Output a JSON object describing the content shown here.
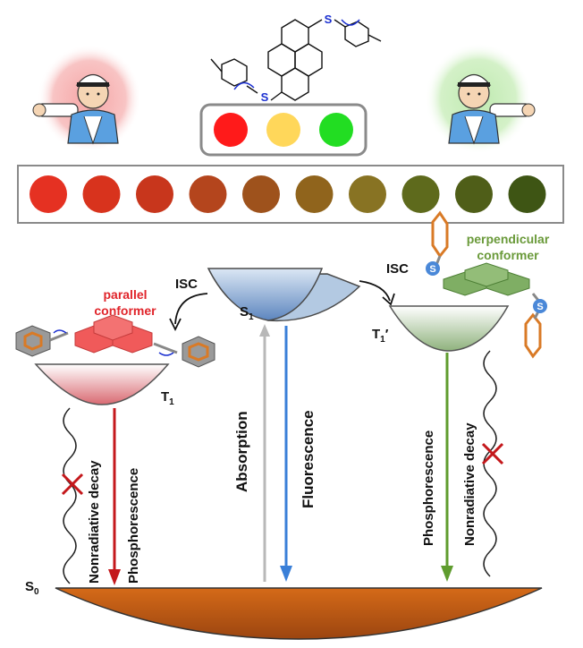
{
  "molecule": {
    "s_atom_label": "S"
  },
  "traffic_light": {
    "lights": [
      {
        "name": "red",
        "color": "#ff1a1a"
      },
      {
        "name": "yellow",
        "color": "#ffd75a"
      },
      {
        "name": "green",
        "color": "#22dd22"
      }
    ]
  },
  "color_gradient": [
    "#e53122",
    "#d8331d",
    "#c8361c",
    "#b4451d",
    "#9e521c",
    "#90641c",
    "#887323",
    "#5e6a1c",
    "#4f5e18",
    "#3e5514"
  ],
  "states": {
    "s1": {
      "letter": "S",
      "sub": "1"
    },
    "t1": {
      "letter": "T",
      "sub": "1"
    },
    "t1p": {
      "letter": "T",
      "sub": "1",
      "prime": "′"
    },
    "s0": {
      "letter": "S",
      "sub": "0"
    }
  },
  "labels": {
    "isc_left": "ISC",
    "isc_right": "ISC",
    "parallel_line1": "parallel",
    "parallel_line2": "conformer",
    "perp_line1": "perpendicular",
    "perp_line2": "conformer",
    "absorption": "Absorption",
    "fluorescence": "Fluorescence",
    "phos_left": "Phosphorescence",
    "phos_right": "Phosphorescence",
    "nonrad_left": "Nonradiative decay",
    "nonrad_right": "Nonradiative decay",
    "s_badge": "S"
  },
  "colors": {
    "parallel": "#e0242a",
    "perpendicular": "#6a9a3a",
    "absorption_arrow": "#b8b8b8",
    "fluorescence_arrow": "#3a7fd8",
    "phos_left_arrow": "#c4181c",
    "phos_right_arrow": "#5f9c2e",
    "s0_well": "#b4520f"
  }
}
